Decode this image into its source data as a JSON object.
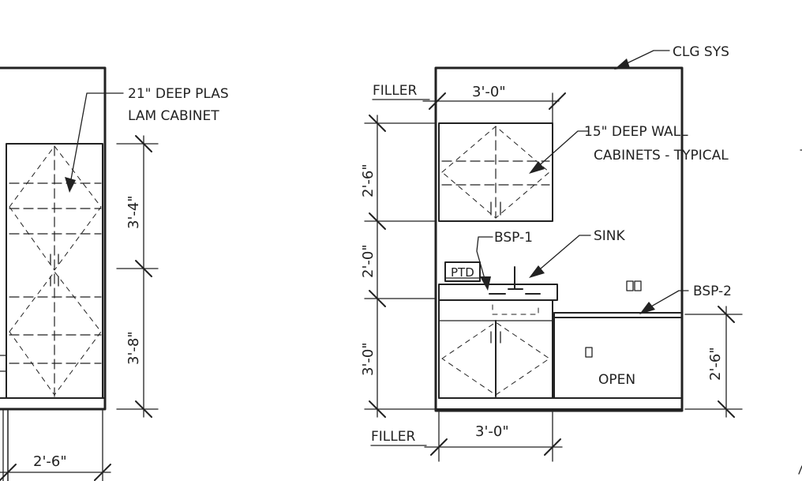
{
  "left_elevation": {
    "callout": [
      "21\" DEEP PLAS",
      "LAM CABINET"
    ],
    "dims": {
      "upper_height": "3'-4\"",
      "lower_height": "3'-8\"",
      "width": "2'-6\""
    }
  },
  "right_elevation": {
    "ceiling_label": "CLG SYS",
    "filler_top": "FILLER",
    "filler_bottom": "FILLER",
    "width_top": "3'-0\"",
    "width_bottom": "3'-0\"",
    "wall_cabinet_callout": [
      "15\" DEEP WALL",
      "CABINETS - TYPICAL"
    ],
    "sink_label": "SINK",
    "bsp1_label": "BSP-1",
    "bsp2_label": "BSP-2",
    "ptd_label": "PTD",
    "open_label": "OPEN",
    "dims": {
      "wall_cab_height": "2'-6\"",
      "backsplash_height": "2'-0\"",
      "base_height": "3'-0\"",
      "counter_height_right": "2'-6\""
    }
  }
}
